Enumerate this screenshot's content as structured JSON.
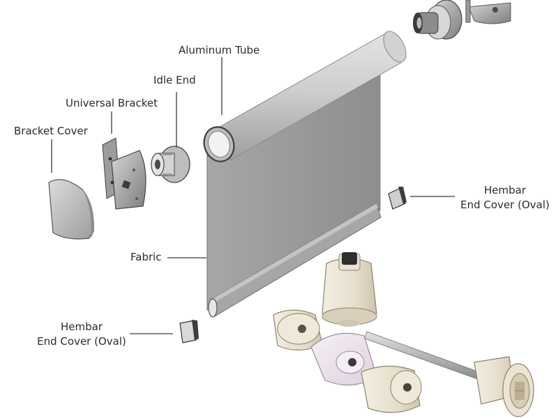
{
  "labels": {
    "aluminum_tube": "Aluminum Tube",
    "idle_end": "Idle End",
    "universal_bracket": "Universal Bracket",
    "bracket_cover": "Bracket Cover",
    "fabric": "Fabric",
    "hembar_right_line1": "Hembar",
    "hembar_right_line2": "End Cover (Oval)",
    "hembar_left_line1": "Hembar",
    "hembar_left_line2": "End Cover (Oval)"
  },
  "colors": {
    "fabric": "#9c9c9c",
    "tube": "#c9c9c9",
    "plastic_cream": "#ece5d6",
    "plastic_pink": "#efe6ef",
    "metal": "#a8a8a8",
    "dark_grey": "#4d4d4d"
  }
}
